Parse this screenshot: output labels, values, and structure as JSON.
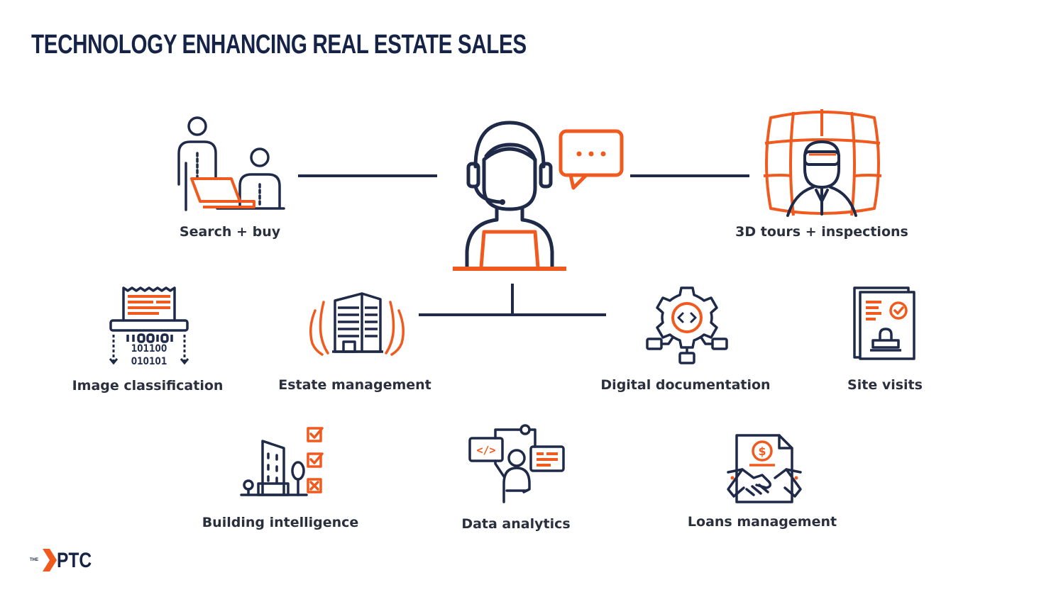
{
  "title": "TECHNOLOGY ENHANCING REAL ESTATE SALES",
  "colors": {
    "navy": "#1f2a48",
    "orange": "#f05a1f"
  },
  "center": {
    "icon": "headset-agent-icon"
  },
  "items": [
    {
      "label": "Search + buy",
      "icon": "people-laptop-icon"
    },
    {
      "label": "3D tours + inspections",
      "icon": "vr-headset-grid-icon"
    },
    {
      "label": "Image classification",
      "icon": "document-scanner-binary-icon"
    },
    {
      "label": "Estate management",
      "icon": "building-hands-icon"
    },
    {
      "label": "Digital documentation",
      "icon": "code-gear-network-icon"
    },
    {
      "label": "Site visits",
      "icon": "certificate-stamp-icon"
    },
    {
      "label": "Building intelligence",
      "icon": "buildings-checklist-icon"
    },
    {
      "label": "Data analytics",
      "icon": "person-dashboards-icon"
    },
    {
      "label": "Loans management",
      "icon": "dollar-handshake-icon"
    }
  ],
  "logo": {
    "prefix": "THE",
    "name": "PTC"
  }
}
